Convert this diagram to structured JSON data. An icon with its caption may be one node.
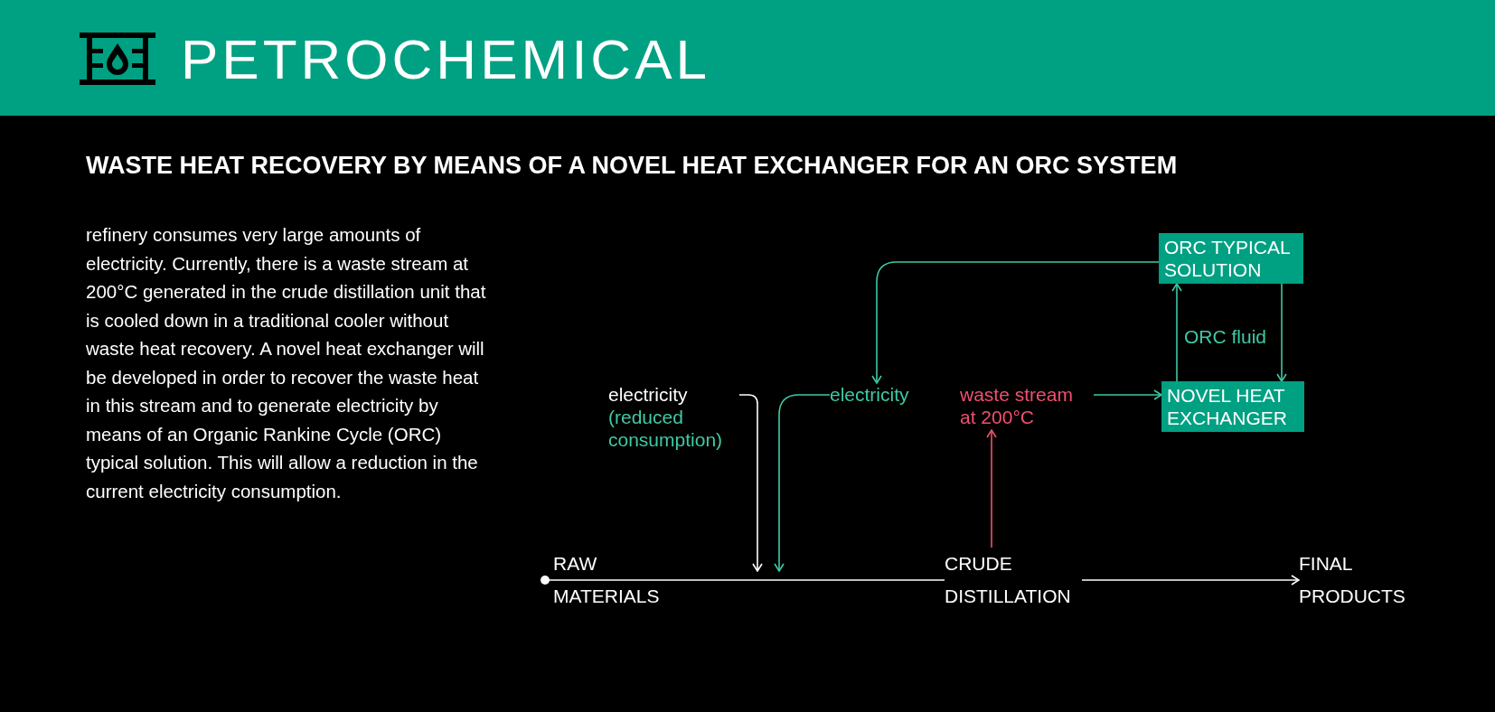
{
  "diagram": {
    "title": "WASTE HEAT RECOVERY BY MEANS OF A NOVEL HEAT EXCHANGER FOR AN ORC SYSTEM",
    "nodes": [
      {
        "text": [
          "ORC TYPICAL SOLUTION"
        ]
      },
      {
        "text": [
          "electricity",
          "(reduced consumption)"
        ]
      },
      {
        "text": [
          "electricity"
        ]
      },
      {
        "text": [
          "waste stream at 200°C"
        ]
      },
      {
        "text": [
          "NOVEL HEAT EXCHANGER"
        ]
      },
      {
        "text": [
          "RAW MATERIALS"
        ]
      },
      {
        "text": [
          "CRUDE DISTILLATION"
        ]
      },
      {
        "text": [
          "FINAL PRODUCTS"
        ]
      }
    ],
    "edges": [
      {
        "from": 0,
        "to": 2,
        "arrow": "to"
      },
      {
        "from": 4,
        "to": 0,
        "arrow": "to",
        "label": "ORC fluid"
      },
      {
        "from": 0,
        "to": 4,
        "arrow": "to"
      },
      {
        "from": 3,
        "to": 4,
        "arrow": "to"
      },
      {
        "from": 6,
        "to": 3,
        "arrow": "to",
        "color": "#f0506e"
      },
      {
        "from": 1,
        "to": null,
        "arrow": "to",
        "color": "#ffffff"
      },
      {
        "from": 2,
        "to": null,
        "arrow": "to"
      },
      {
        "from": 5,
        "to": 6,
        "arrow": "other",
        "color": "#ffffff"
      },
      {
        "from": 6,
        "to": 7,
        "arrow": "to",
        "color": "#ffffff"
      }
    ],
    "labels": [
      "PETROCHEMICAL",
      "refinery consumes very large amounts of electricity. Currently, there is a waste stream at 200°C generated in the crude distillation unit that is cooled down in a traditional cooler without waste heat recovery. A novel heat exchanger will be developed in order to recover the waste heat in this stream and to generate electricity by means of an Organic Rankine Cycle (ORC) typical solution. This will allow a reduction in the current electricity consumption."
    ]
  }
}
